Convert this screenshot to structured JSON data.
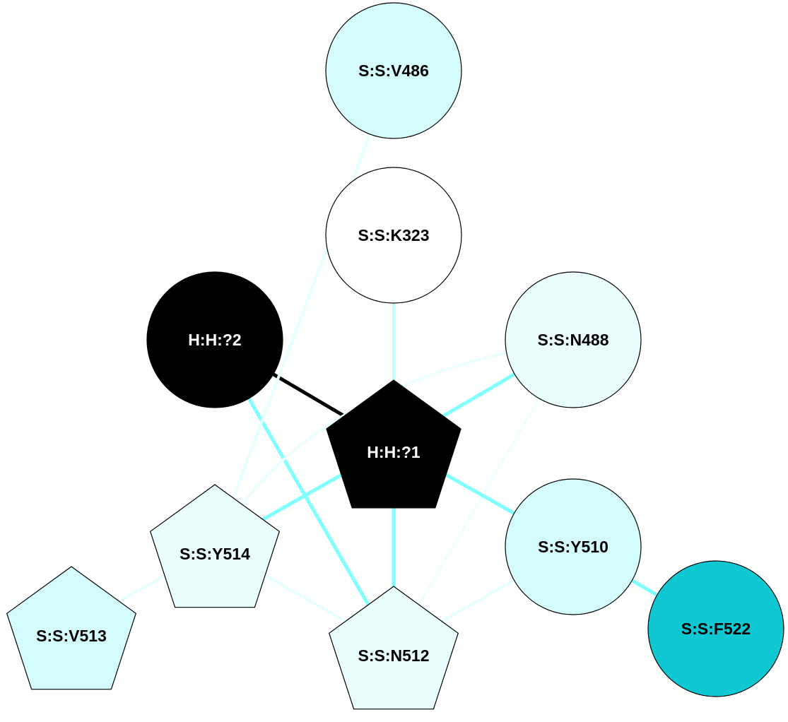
{
  "nodes": {
    "v486": {
      "label": "S:S:V486",
      "shape": "circle",
      "fill": "#d5fcfd",
      "text_color": "#000000"
    },
    "k323": {
      "label": "S:S:K323",
      "shape": "circle",
      "fill": "#ffffff",
      "text_color": "#000000"
    },
    "h2": {
      "label": "H:H:?2",
      "shape": "circle",
      "fill": "#000000",
      "text_color": "#ffffff"
    },
    "n488": {
      "label": "S:S:N488",
      "shape": "circle",
      "fill": "#e9fdfd",
      "text_color": "#000000"
    },
    "h1": {
      "label": "H:H:?1",
      "shape": "pentagon",
      "fill": "#000000",
      "text_color": "#ffffff"
    },
    "y514": {
      "label": "S:S:Y514",
      "shape": "pentagon",
      "fill": "#e9fdfd",
      "text_color": "#000000"
    },
    "y510": {
      "label": "S:S:Y510",
      "shape": "circle",
      "fill": "#d5fcfd",
      "text_color": "#000000"
    },
    "v513": {
      "label": "S:S:V513",
      "shape": "pentagon",
      "fill": "#d5fcfd",
      "text_color": "#000000"
    },
    "n512": {
      "label": "S:S:N512",
      "shape": "pentagon",
      "fill": "#e9fdfd",
      "text_color": "#000000"
    },
    "f522": {
      "label": "S:S:F522",
      "shape": "circle",
      "fill": "#10c8d2",
      "text_color": "#000000"
    }
  },
  "edges": [
    {
      "from": "h2",
      "to": "h1",
      "color": "#000000"
    },
    {
      "from": "h2",
      "to": "n512",
      "color": "#80ffff"
    },
    {
      "from": "k323",
      "to": "h1",
      "color": "#c0ffff"
    },
    {
      "from": "v486",
      "to": "y514",
      "color": "#e6ffff"
    },
    {
      "from": "n488",
      "to": "h1",
      "color": "#80ffff"
    },
    {
      "from": "n488",
      "to": "y514",
      "color": "#ecffff"
    },
    {
      "from": "n488",
      "to": "n512",
      "color": "#ecffff"
    },
    {
      "from": "h1",
      "to": "y514",
      "color": "#80ffff"
    },
    {
      "from": "h1",
      "to": "y510",
      "color": "#80ffff"
    },
    {
      "from": "h1",
      "to": "n512",
      "color": "#80ffff"
    },
    {
      "from": "y514",
      "to": "v513",
      "color": "#e6ffff"
    },
    {
      "from": "y514",
      "to": "n512",
      "color": "#e6ffff"
    },
    {
      "from": "y510",
      "to": "n512",
      "color": "#e6ffff"
    },
    {
      "from": "y510",
      "to": "f522",
      "color": "#80ffff"
    }
  ]
}
